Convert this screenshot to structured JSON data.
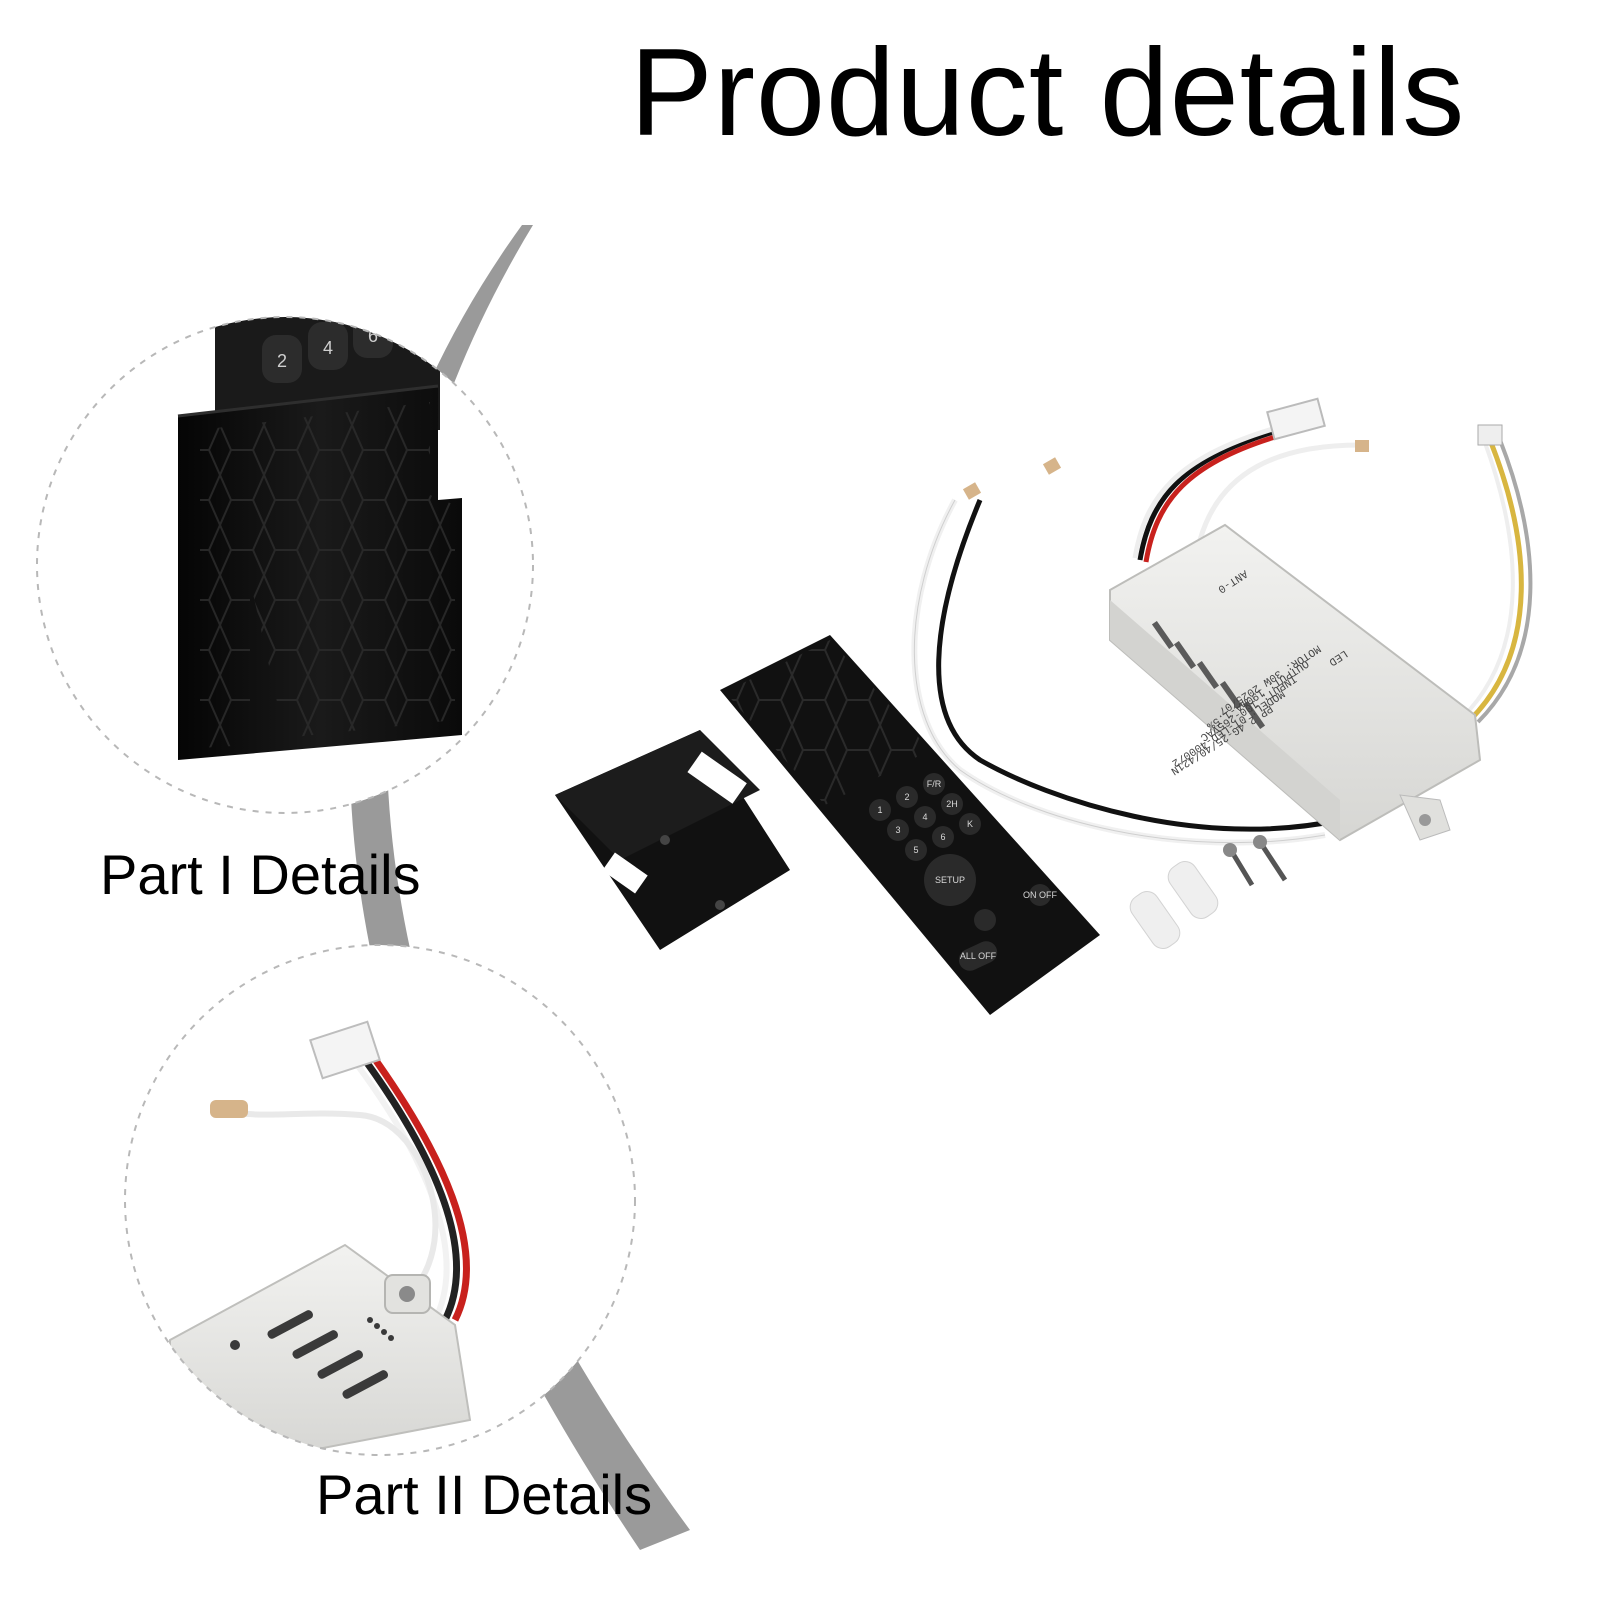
{
  "header": {
    "title": "Product details"
  },
  "detail_1": {
    "caption": "Part I Details",
    "remote_keys": [
      "2",
      "4",
      "6"
    ]
  },
  "detail_2": {
    "caption": "Part II Details"
  },
  "main_product": {
    "remote_keys": [
      "1",
      "2",
      "3",
      "4",
      "5",
      "6",
      "F/R",
      "2H",
      "K",
      "SETUP",
      "ALL OFF",
      "ON OFF"
    ],
    "controller_label": [
      "PP 2.4G-25/40/421N",
      "MODEL: 0T-LED-4000/2",
      "INPUT: 100-265VAC",
      "OUTPUT: 190mA-1.5%",
      "MOTOR: 30W 2025/07",
      "LED",
      "ANT-0"
    ]
  },
  "colors": {
    "arc_gray": "#9a9a9a",
    "remote_black": "#111111",
    "controller_white": "#e8e8e6",
    "wire_red": "#c8211d",
    "wire_yellow": "#d8b640"
  }
}
